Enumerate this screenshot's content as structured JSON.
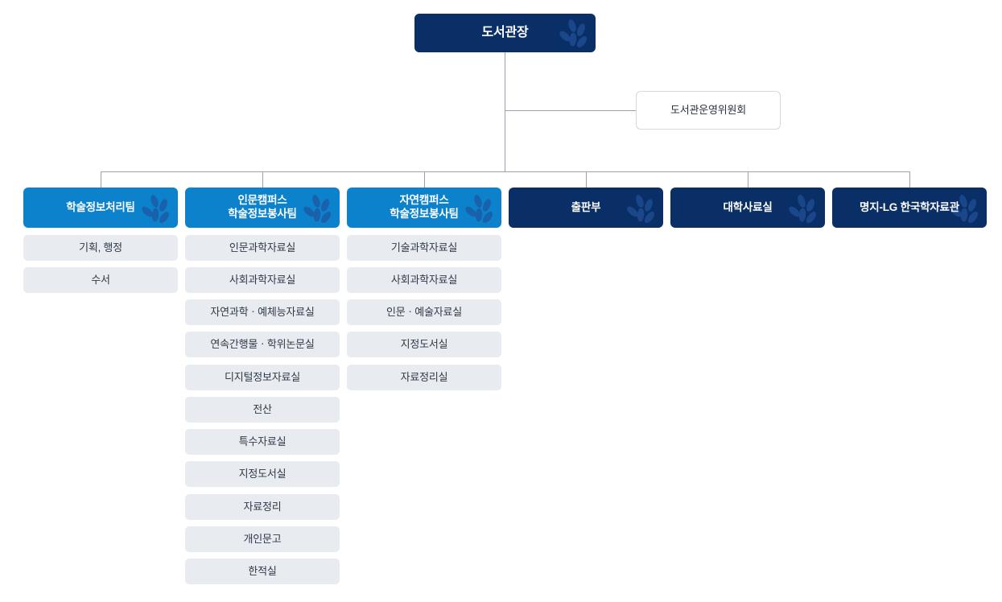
{
  "chart": {
    "title": "도서관 조직도",
    "type": "org-chart",
    "colors": {
      "navy": "#0a2f66",
      "blue": "#0c82cc",
      "sub_bg": "#e8ebf0",
      "line": "#9aa3ad",
      "outline_border": "#d3d8de",
      "text_light": "#ffffff",
      "text_dark": "#303a47"
    },
    "root": {
      "label": "도서관장",
      "style": "navy",
      "decoration": "leaf-icon"
    },
    "advisory": {
      "label": "도서관운영위원회",
      "style": "outline"
    },
    "divisions": [
      {
        "label": "학술정보처리팀",
        "style": "blue",
        "decoration": "leaf-icon",
        "children": [
          "기획, 행정",
          "수서"
        ]
      },
      {
        "label": "인문캠퍼스\n학술정보봉사팀",
        "style": "blue",
        "decoration": "leaf-icon",
        "children": [
          "인문과학자료실",
          "사회과학자료실",
          "자연과학ㆍ예체능자료실",
          "연속간행물ㆍ학위논문실",
          "디지털정보자료실",
          "전산",
          "특수자료실",
          "지정도서실",
          "자료정리",
          "개인문고",
          "한적실"
        ]
      },
      {
        "label": "자연캠퍼스\n학술정보봉사팀",
        "style": "blue",
        "decoration": "leaf-icon",
        "children": [
          "기술과학자료실",
          "사회과학자료실",
          "인문ㆍ예술자료실",
          "지정도서실",
          "자료정리실"
        ]
      },
      {
        "label": "출판부",
        "style": "navy",
        "decoration": "leaf-icon",
        "children": []
      },
      {
        "label": "대학사료실",
        "style": "navy",
        "decoration": "leaf-icon",
        "children": []
      },
      {
        "label": "명지-LG 한국학자료관",
        "style": "navy",
        "decoration": "leaf-icon",
        "children": []
      }
    ]
  }
}
